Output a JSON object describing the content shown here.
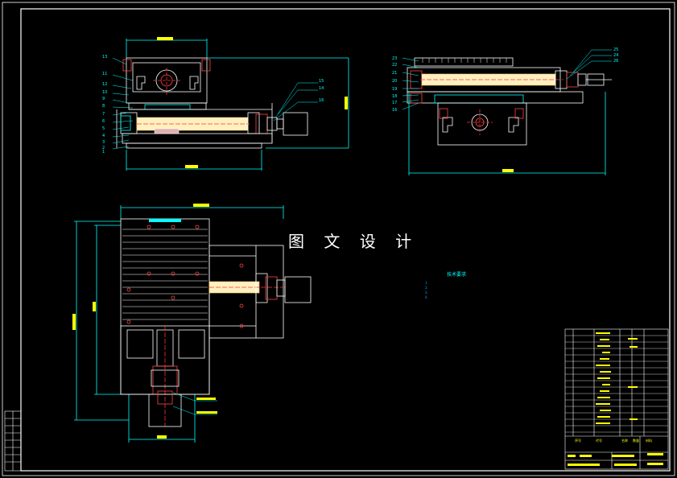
{
  "watermark": "图 文 设 计",
  "colors": {
    "background": "#000000",
    "frame": "#ffffff",
    "outline": "#ffffff",
    "dimension": "#00ffff",
    "part": "#e0e0e0",
    "centerline": "#ff3333",
    "leader": "#00ffff",
    "title_block": "#ffffff",
    "title_text": "#ffff00",
    "balloon_text": "#00ffff"
  },
  "drawing": {
    "front_view_balloons": [
      "13",
      "11",
      "12",
      "10",
      "9",
      "8",
      "7",
      "6",
      "5",
      "4",
      "3",
      "2",
      "1"
    ],
    "front_view_right_balloons": [
      "15",
      "14",
      "16"
    ],
    "side_view_balloons": [
      "23",
      "22",
      "21",
      "20",
      "19",
      "18",
      "17",
      "16"
    ],
    "side_view_right_balloons": [
      "25",
      "24",
      "26"
    ]
  },
  "tech_requirements": {
    "title": "技术要求",
    "lines": [
      "1.",
      "2.",
      "3.",
      "4."
    ]
  },
  "title_block": {
    "drawing_name": "",
    "header_labels": [
      "序号",
      "代号",
      "名称",
      "数量",
      "材料"
    ]
  }
}
